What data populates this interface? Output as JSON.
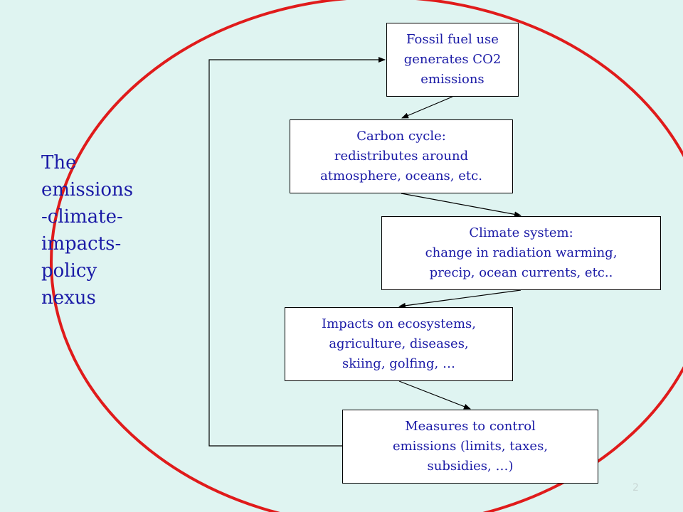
{
  "side_title": [
    "The",
    "emissions",
    "-climate-",
    "impacts-",
    "policy",
    "nexus"
  ],
  "boxes": [
    {
      "lines": [
        "Fossil fuel use",
        "generates CO2",
        "emissions"
      ]
    },
    {
      "lines": [
        "Carbon cycle:",
        "redistributes around",
        "atmosphere, oceans, etc."
      ]
    },
    {
      "lines": [
        "Climate system:",
        "change in radiation warming,",
        "precip, ocean currents, etc.."
      ]
    },
    {
      "lines": [
        "Impacts on ecosystems,",
        "agriculture, diseases,",
        "skiing, golfing, …"
      ]
    },
    {
      "lines": [
        "Measures to control",
        "emissions (limits, taxes,",
        "subsidies, …)"
      ]
    }
  ],
  "page_number": "2",
  "colors": {
    "background": "#dff4f1",
    "text": "#1a1aa6",
    "ellipse": "#e01b1b"
  }
}
